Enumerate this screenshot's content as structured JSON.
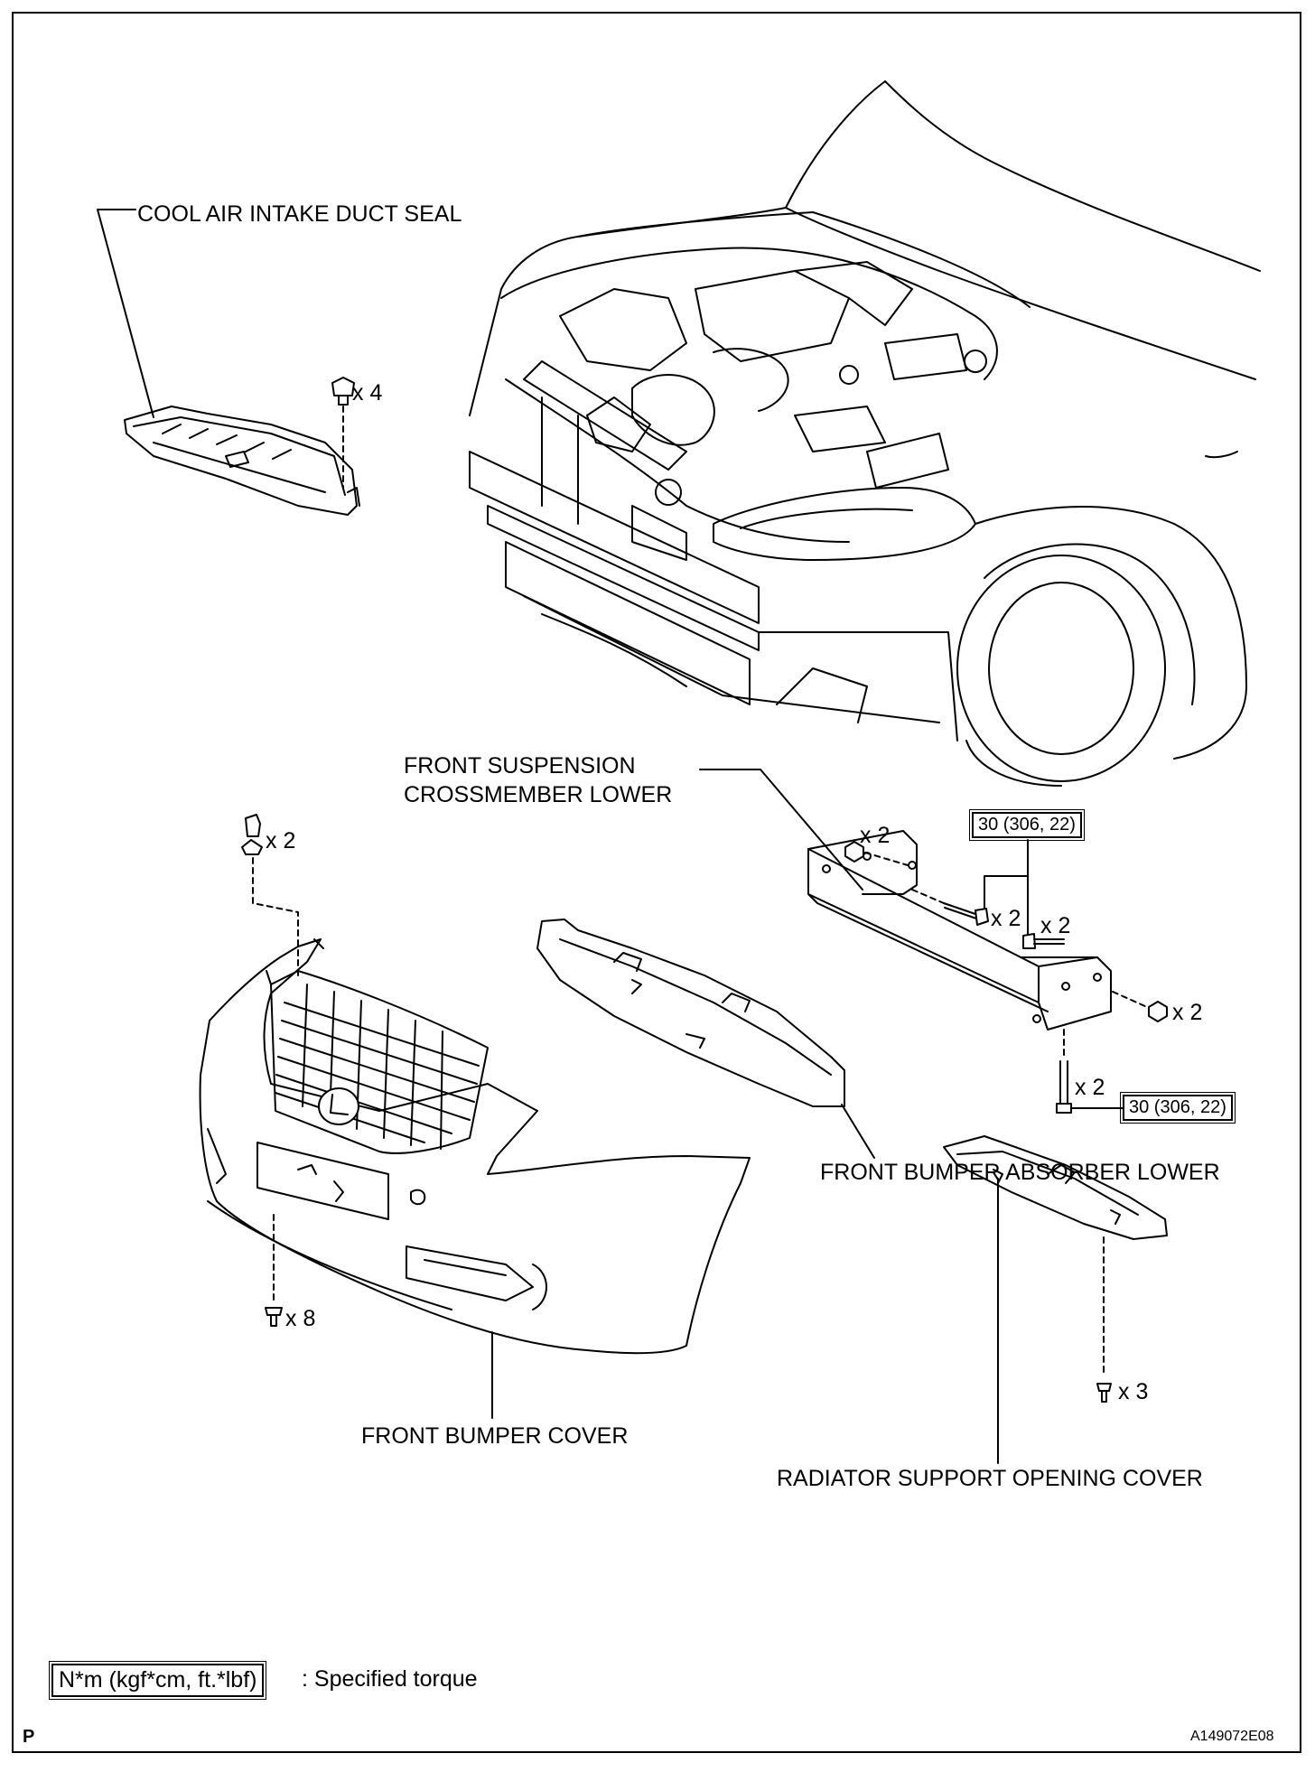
{
  "labels": {
    "cool_air_intake_duct_seal": "COOL AIR INTAKE DUCT SEAL",
    "front_suspension_crossmember_lower_line1": "FRONT SUSPENSION",
    "front_suspension_crossmember_lower_line2": "CROSSMEMBER LOWER",
    "front_bumper_absorber_lower": "FRONT BUMPER ABSORBER LOWER",
    "front_bumper_cover": "FRONT BUMPER COVER",
    "radiator_support_opening_cover": "RADIATOR SUPPORT OPENING COVER"
  },
  "quantities": {
    "duct_seal_clips": "x 4",
    "bumper_top_clips": "x 2",
    "bumper_bottom_screws": "x 8",
    "crossmember_nut_top": "x 2",
    "crossmember_bolt_left": "x 2",
    "crossmember_bolt_right": "x 2",
    "crossmember_nut_right": "x 2",
    "crossmember_bolt_bottom": "x 2",
    "radiator_cover_screws": "x 3"
  },
  "torque": {
    "upper": "30 (306, 22)",
    "lower": "30 (306, 22)"
  },
  "legend": {
    "unit_box": "N*m (kgf*cm, ft.*lbf)",
    "description": ": Specified torque"
  },
  "corner": {
    "left_mark": "P",
    "figure_id": "A149072E08"
  }
}
